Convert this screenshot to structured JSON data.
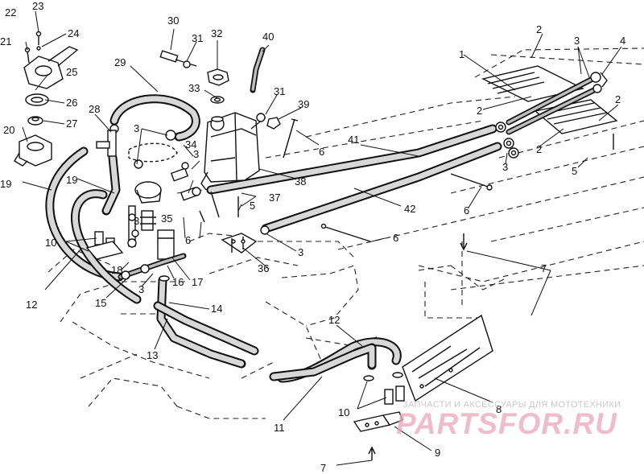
{
  "callouts": [
    {
      "id": "c1",
      "text": "1"
    },
    {
      "id": "c2a",
      "text": "2"
    },
    {
      "id": "c2b",
      "text": "2"
    },
    {
      "id": "c2c",
      "text": "2"
    },
    {
      "id": "c2d",
      "text": "2"
    },
    {
      "id": "c3a",
      "text": "3"
    },
    {
      "id": "c3b",
      "text": "3"
    },
    {
      "id": "c3c",
      "text": "3"
    },
    {
      "id": "c3d",
      "text": "3"
    },
    {
      "id": "c3e",
      "text": "3"
    },
    {
      "id": "c3f",
      "text": "3"
    },
    {
      "id": "c3g",
      "text": "3"
    },
    {
      "id": "c4",
      "text": "4"
    },
    {
      "id": "c5a",
      "text": "5"
    },
    {
      "id": "c5b",
      "text": "5"
    },
    {
      "id": "c6a",
      "text": "6"
    },
    {
      "id": "c6b",
      "text": "6"
    },
    {
      "id": "c6c",
      "text": "6"
    },
    {
      "id": "c6d",
      "text": "6"
    },
    {
      "id": "c7a",
      "text": "7"
    },
    {
      "id": "c7b",
      "text": "7"
    },
    {
      "id": "c8",
      "text": "8"
    },
    {
      "id": "c9",
      "text": "9"
    },
    {
      "id": "c10a",
      "text": "10"
    },
    {
      "id": "c10b",
      "text": "10"
    },
    {
      "id": "c11",
      "text": "11"
    },
    {
      "id": "c12a",
      "text": "12"
    },
    {
      "id": "c12b",
      "text": "12"
    },
    {
      "id": "c13",
      "text": "13"
    },
    {
      "id": "c14",
      "text": "14"
    },
    {
      "id": "c15",
      "text": "15"
    },
    {
      "id": "c16",
      "text": "16"
    },
    {
      "id": "c17",
      "text": "17"
    },
    {
      "id": "c18",
      "text": "18"
    },
    {
      "id": "c19a",
      "text": "19"
    },
    {
      "id": "c19b",
      "text": "19"
    },
    {
      "id": "c20",
      "text": "20"
    },
    {
      "id": "c21",
      "text": "21"
    },
    {
      "id": "c22",
      "text": "22"
    },
    {
      "id": "c23",
      "text": "23"
    },
    {
      "id": "c24",
      "text": "24"
    },
    {
      "id": "c25",
      "text": "25"
    },
    {
      "id": "c26",
      "text": "26"
    },
    {
      "id": "c27",
      "text": "27"
    },
    {
      "id": "c28",
      "text": "28"
    },
    {
      "id": "c29",
      "text": "29"
    },
    {
      "id": "c30",
      "text": "30"
    },
    {
      "id": "c31a",
      "text": "31"
    },
    {
      "id": "c31b",
      "text": "31"
    },
    {
      "id": "c32",
      "text": "32"
    },
    {
      "id": "c33",
      "text": "33"
    },
    {
      "id": "c34",
      "text": "34"
    },
    {
      "id": "c35",
      "text": "35"
    },
    {
      "id": "c36",
      "text": "36"
    },
    {
      "id": "c37",
      "text": "37"
    },
    {
      "id": "c38",
      "text": "38"
    },
    {
      "id": "c39",
      "text": "39"
    },
    {
      "id": "c40",
      "text": "40"
    },
    {
      "id": "c41",
      "text": "41"
    },
    {
      "id": "c42",
      "text": "42"
    }
  ],
  "watermark": {
    "tagline": "ЗАПЧАСТИ И АКСЕССУАРЫ ДЛЯ МОТОТЕХНИКИ",
    "site": "PARTSFOR.RU"
  },
  "colors": {
    "line": "#111111",
    "watermark_text": "#e89aae",
    "watermark_tagline": "#c8c8c8"
  }
}
